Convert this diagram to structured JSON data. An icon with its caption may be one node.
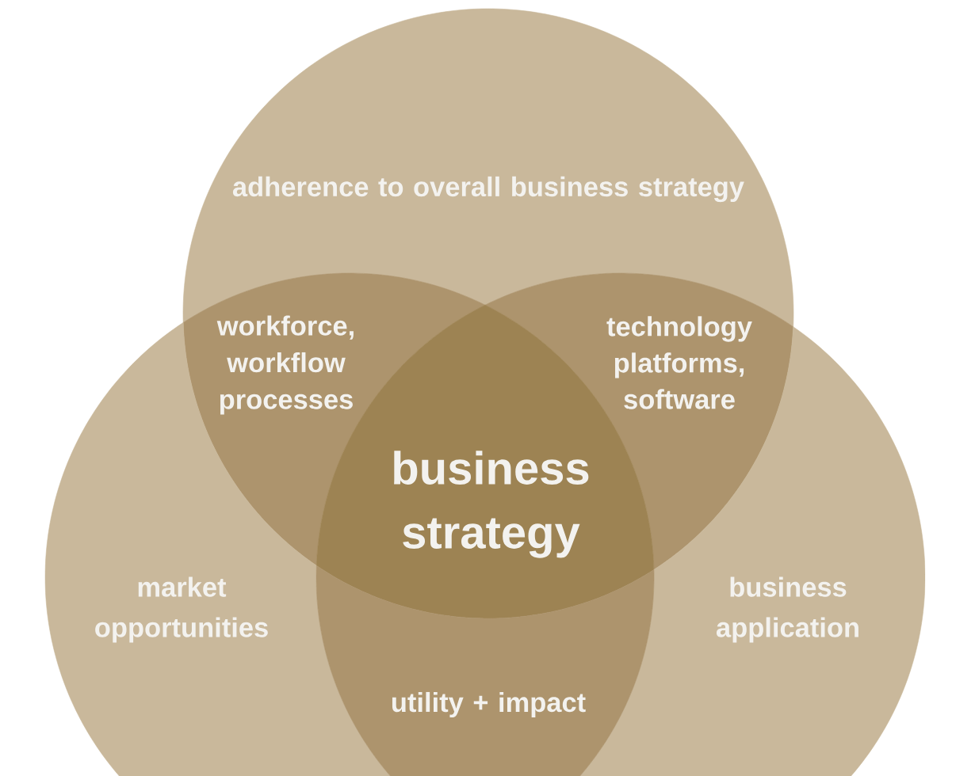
{
  "diagram": {
    "nodes": [
      {
        "text": [
          "adherence to overall business strategy"
        ]
      },
      {
        "text": [
          "workforce, workflow processes"
        ]
      },
      {
        "text": [
          "technology platforms, software"
        ]
      },
      {
        "text": [
          "business strategy"
        ]
      },
      {
        "text": [
          "market opportunities"
        ]
      },
      {
        "text": [
          "business application"
        ]
      },
      {
        "text": [
          "utility + impact"
        ]
      }
    ]
  }
}
